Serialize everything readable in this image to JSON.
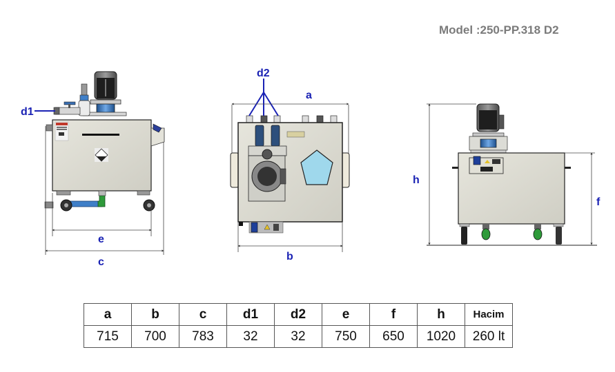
{
  "header": {
    "model_title": "Model :250-PP.318 D2"
  },
  "views": {
    "side_view": {
      "labels": {
        "d1": "d1",
        "e": "e",
        "c": "c"
      }
    },
    "top_view": {
      "labels": {
        "d2": "d2",
        "a": "a",
        "b": "b"
      }
    },
    "front_view": {
      "labels": {
        "h": "h",
        "f": "f"
      }
    }
  },
  "colors": {
    "dimension_label": "#1a22b4",
    "tank_body": "#dcdbd2",
    "pipe_blue": "#3f7fc8",
    "elbow_green": "#2e9a3a",
    "window_cyan": "#9fd8ec",
    "title_gray": "#7b7b7b"
  },
  "spec_table": {
    "headers": [
      "a",
      "b",
      "c",
      "d1",
      "d2",
      "e",
      "f",
      "h",
      "Hacim"
    ],
    "values": [
      "715",
      "700",
      "783",
      "32",
      "32",
      "750",
      "650",
      "1020",
      "260 lt"
    ]
  }
}
